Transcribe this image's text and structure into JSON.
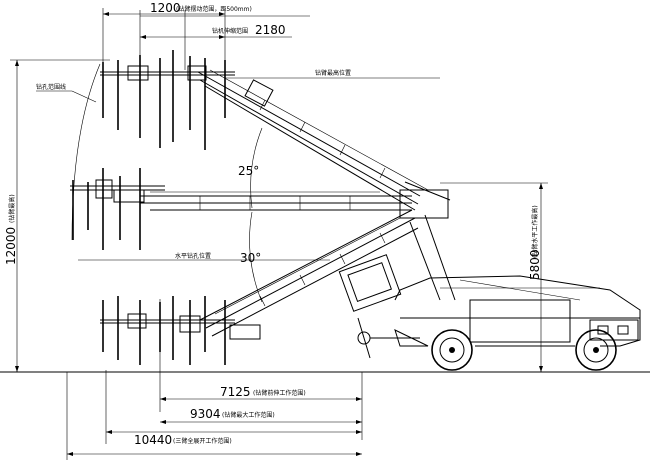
{
  "dimensions": {
    "top_width": "1200",
    "top_width_note": "(钻臂摆动范围，距500mm)",
    "boom_swing": "2180",
    "boom_swing_label": "钻机伸缩范围",
    "height": "12000",
    "height_note": "(钻臂最高)",
    "reach_1": "7125",
    "reach_1_note": "(钻臂前伸工作范围)",
    "reach_2": "9304",
    "reach_2_note": "(钻臂最大工作范围)",
    "reach_3": "10440",
    "reach_3_note": "(三臂全展开工作范围)",
    "right_height": "5800",
    "right_height_note": "(钻臂水平工作最高)",
    "angle_1": "25°",
    "angle_2": "30°",
    "top_level_label": "钻臂最高位置",
    "mid_level_label": "水平钻孔位置",
    "left_note": "钻孔范围线"
  }
}
